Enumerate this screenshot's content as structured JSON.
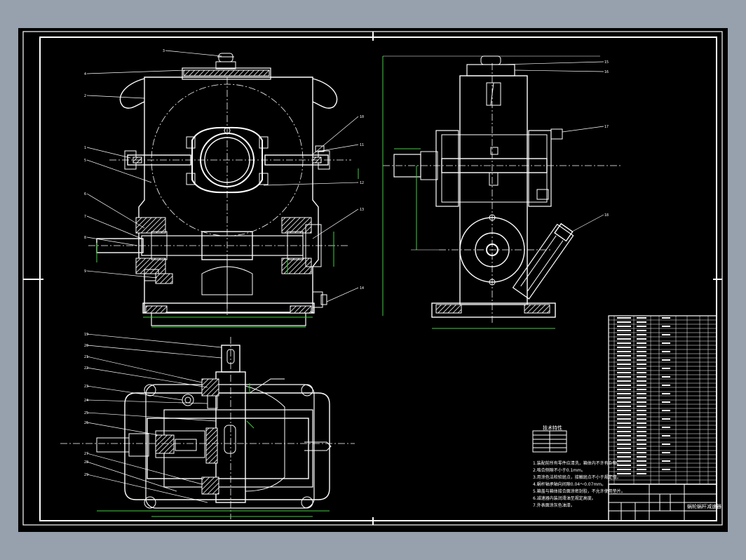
{
  "drawing": {
    "title_block_name": "蜗轮蜗杆减速器",
    "tech_title": "技术特性",
    "tech_table": [
      [
        "",
        ""
      ],
      [
        "",
        ""
      ],
      [
        "",
        ""
      ],
      [
        "",
        ""
      ],
      [
        "",
        ""
      ]
    ],
    "notes": [
      "1.装配前所有零件应清洗，箱体内不许有杂物。",
      "2.啮合侧隙不小于0.1mm。",
      "3.用涂色法检验斑点，接触斑点不小于规定值。",
      "4.蜗杆轴承轴向间隙0.04～0.07mm。",
      "5.箱盖与箱体接合面涂密封胶，不允许使用垫片。",
      "6.减速器内装润滑油至规定高度。",
      "7.外表面涂灰色油漆。"
    ],
    "colors": {
      "background": "#000000",
      "line": "#ffffff",
      "dimension": "#3cd23c",
      "canvas": "#97a0ad"
    }
  }
}
